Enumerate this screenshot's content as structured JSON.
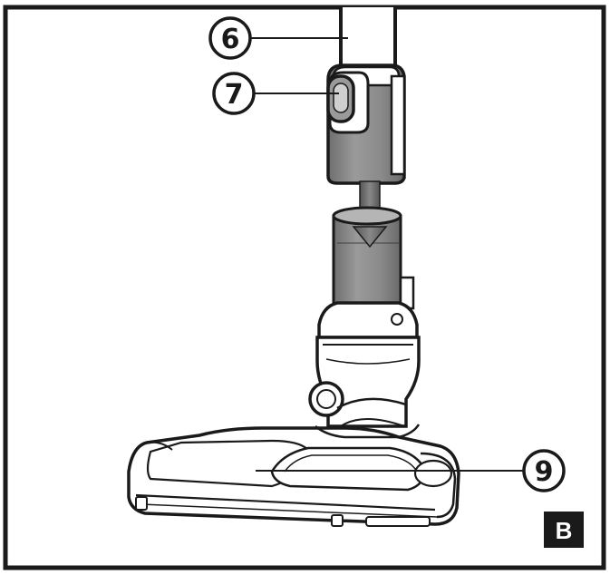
{
  "figure": {
    "callouts": [
      {
        "id": "6",
        "label": "6"
      },
      {
        "id": "7",
        "label": "7"
      },
      {
        "id": "9",
        "label": "9"
      }
    ],
    "panel_badge": "B",
    "colors": {
      "frame": "#1a1a1a",
      "badge_background": "#1a1a1a",
      "tube_shading": "#8a8a8a",
      "part_fill": "#ffffff",
      "line": "#1a1a1a"
    }
  }
}
